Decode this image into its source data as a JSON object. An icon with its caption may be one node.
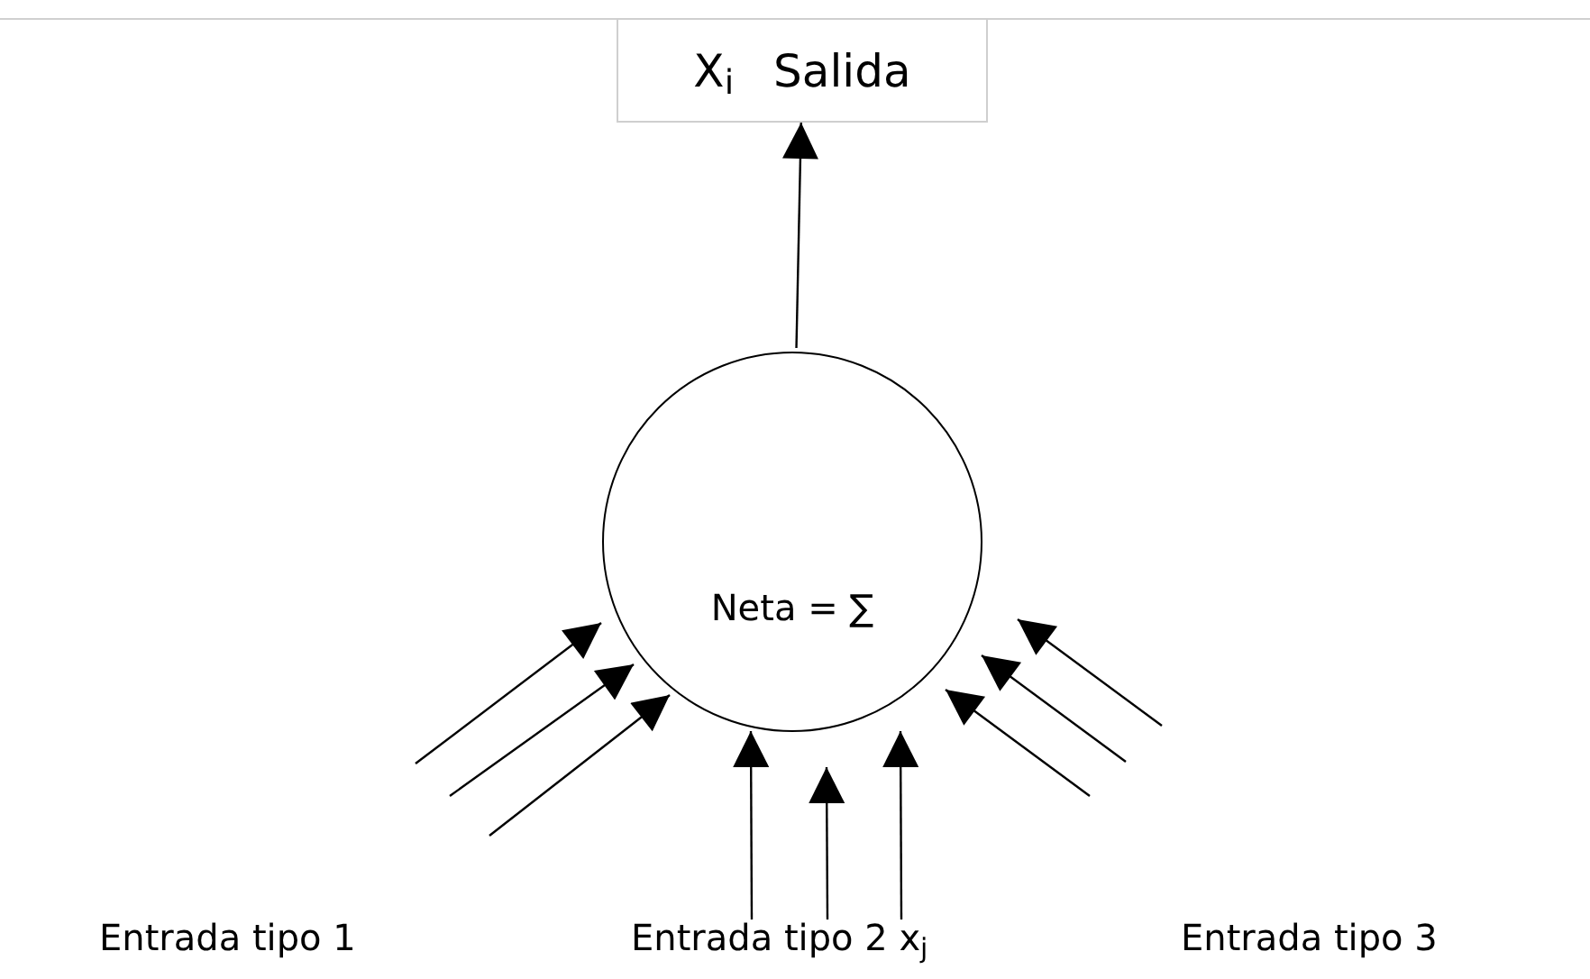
{
  "diagram": {
    "nodes": [
      {
        "text": [
          "X$_{i}$",
          "Salida"
        ]
      },
      {
        "text": [
          "Neta = ∑"
        ]
      },
      {
        "text": [
          "Entrada tipo 2 x$_{j}$"
        ]
      }
    ],
    "edges": [
      {
        "from": 1,
        "to": 0,
        "arrow": "to"
      },
      {
        "from": null,
        "to": 1,
        "arrow": "to"
      },
      {
        "from": null,
        "to": 1,
        "arrow": "to"
      },
      {
        "from": null,
        "to": 1,
        "arrow": "to"
      },
      {
        "from": 2,
        "to": 1,
        "arrow": "to"
      },
      {
        "from": 2,
        "to": 1,
        "arrow": "to"
      },
      {
        "from": 2,
        "to": 1,
        "arrow": "to"
      },
      {
        "from": null,
        "to": 1,
        "arrow": "to"
      },
      {
        "from": null,
        "to": 1,
        "arrow": "to"
      },
      {
        "from": null,
        "to": 1,
        "arrow": "to"
      }
    ],
    "labels": [
      "Entrada tipo 1",
      "Entrada tipo 3"
    ]
  }
}
